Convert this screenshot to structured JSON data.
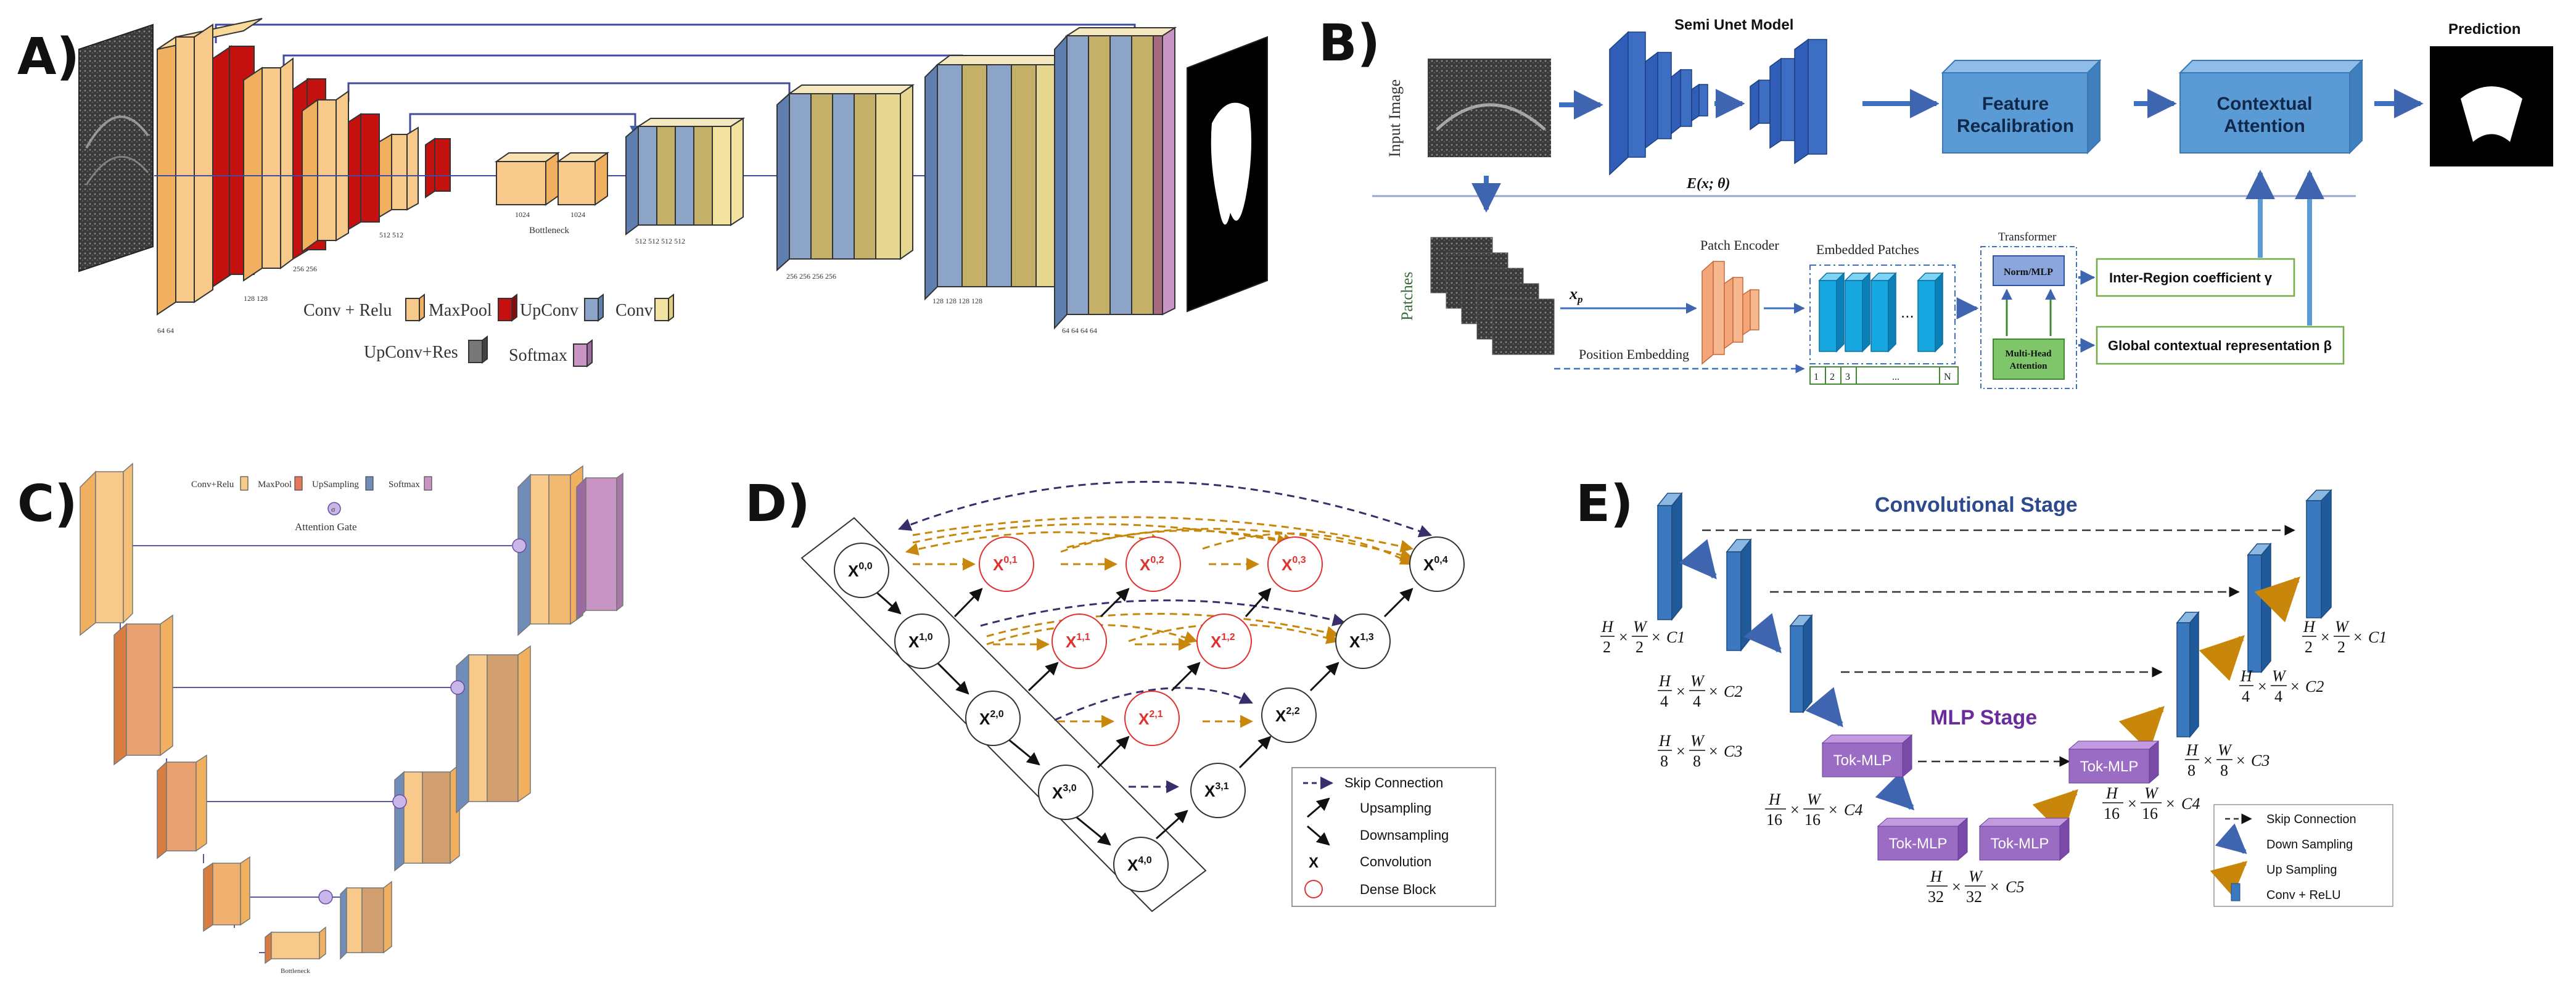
{
  "panels": {
    "a": {
      "letter": "A)",
      "bottleneck_label": "Bottleneck",
      "encoder_dims": [
        "64 64",
        "128 128",
        "256 256",
        "512 512"
      ],
      "bottleneck_dims": [
        "1024",
        "1024"
      ],
      "decoder_dims": [
        "512 512 512 512",
        "256 256 256 256",
        "128 128 128 128",
        "64 64 64 64"
      ],
      "legend": {
        "conv_relu": "Conv + Relu",
        "maxpool": "MaxPool",
        "upconv": "UpConv",
        "conv": "Conv",
        "upconv_res": "UpConv+Res",
        "softmax": "Softmax"
      }
    },
    "b": {
      "letter": "B)",
      "semi_unet": "Semi Unet Model",
      "encoder_fn": "E(x; θ)",
      "input_image": "Input Image",
      "patches": "Patches",
      "feature_recalibration": [
        "Feature",
        "Recalibration"
      ],
      "contextual_attention": [
        "Contextual",
        "Attention"
      ],
      "prediction": "Prediction",
      "patch_encoder": "Patch Encoder",
      "embedded_patches": "Embedded Patches",
      "transformer": "Transformer",
      "norm_mlp": "Norm/MLP",
      "multi_head": [
        "Multi-Head",
        "Attention"
      ],
      "inter_region": "Inter-Region coefficient γ",
      "global_context": "Global contextual representation β",
      "position_embedding": "Position Embedding",
      "xp": "x",
      "xp_sub": "p",
      "pos_tokens": [
        "1",
        "2",
        "3",
        "...",
        "N"
      ],
      "ellipsis": "..."
    },
    "c": {
      "letter": "C)",
      "legend": {
        "conv_relu": "Conv+Relu",
        "maxpool": "MaxPool",
        "upsampling": "UpSampling",
        "softmax": "Softmax",
        "attention_gate": "Attention Gate",
        "gate_symbol": "σ"
      },
      "bottleneck_label": "Bottleneck"
    },
    "d": {
      "letter": "D)",
      "nodes": [
        {
          "id": "x00",
          "base": "X",
          "sup": "0,0",
          "dense": false
        },
        {
          "id": "x10",
          "base": "X",
          "sup": "1,0",
          "dense": false
        },
        {
          "id": "x20",
          "base": "X",
          "sup": "2,0",
          "dense": false
        },
        {
          "id": "x30",
          "base": "X",
          "sup": "3,0",
          "dense": false
        },
        {
          "id": "x40",
          "base": "X",
          "sup": "4,0",
          "dense": false
        },
        {
          "id": "x01",
          "base": "X",
          "sup": "0,1",
          "dense": true
        },
        {
          "id": "x02",
          "base": "X",
          "sup": "0,2",
          "dense": true
        },
        {
          "id": "x03",
          "base": "X",
          "sup": "0,3",
          "dense": true
        },
        {
          "id": "x04",
          "base": "X",
          "sup": "0,4",
          "dense": false
        },
        {
          "id": "x11",
          "base": "X",
          "sup": "1,1",
          "dense": true
        },
        {
          "id": "x12",
          "base": "X",
          "sup": "1,2",
          "dense": true
        },
        {
          "id": "x13",
          "base": "X",
          "sup": "1,3",
          "dense": false
        },
        {
          "id": "x21",
          "base": "X",
          "sup": "2,1",
          "dense": true
        },
        {
          "id": "x22",
          "base": "X",
          "sup": "2,2",
          "dense": false
        },
        {
          "id": "x31",
          "base": "X",
          "sup": "3,1",
          "dense": false
        }
      ],
      "legend": {
        "skip": "Skip Connection",
        "up": "Upsampling",
        "down": "Downsampling",
        "conv_symbol": "X",
        "conv": "Convolution",
        "dense": "Dense Block"
      }
    },
    "e": {
      "letter": "E)",
      "conv_stage": "Convolutional Stage",
      "mlp_stage": "MLP Stage",
      "tok_mlp": "Tok-MLP",
      "dims": {
        "c1": {
          "h": "H",
          "hd": "2",
          "w": "W",
          "wd": "2",
          "c": "C1"
        },
        "c2": {
          "h": "H",
          "hd": "4",
          "w": "W",
          "wd": "4",
          "c": "C2"
        },
        "c3": {
          "h": "H",
          "hd": "8",
          "w": "W",
          "wd": "8",
          "c": "C3"
        },
        "c4": {
          "h": "H",
          "hd": "16",
          "w": "W",
          "wd": "16",
          "c": "C4"
        },
        "c5": {
          "h": "H",
          "hd": "32",
          "w": "W",
          "wd": "32",
          "c": "C5"
        }
      },
      "legend": {
        "skip": "Skip Connection",
        "down": "Down Sampling",
        "up": "Up Sampling",
        "conv": "Conv + ReLU"
      }
    }
  },
  "colors": {
    "conv_orange": "#f7c98a",
    "maxpool_red": "#c4100f",
    "upconv_blue": "#8ba4c8",
    "conv_yellow": "#f3e3a0",
    "softmax_purple": "#c995c5",
    "unet_blue": "#3c6fc4",
    "box_blue": "#5b9bd5",
    "tok_purple": "#9b6cc3",
    "dense_red": "#e0322e",
    "skip_orange": "#c8860a",
    "skip_navy": "#3a2d6b",
    "green_box": "#70ad47"
  }
}
